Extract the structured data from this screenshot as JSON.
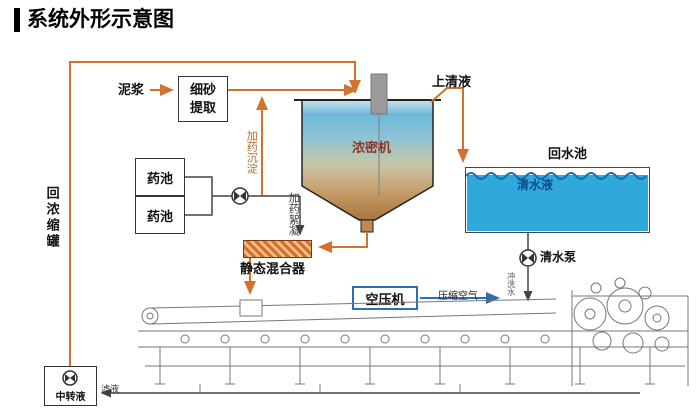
{
  "title": "系统外形示意图",
  "labels": {
    "mud": "泥浆",
    "sand_extractor": "细砂提取",
    "thickener": "浓密机",
    "supernatant": "上清液",
    "return_pool": "回水池",
    "clear_water": "清水液",
    "clear_water_pump": "清水泵",
    "flush_water": "冲洗水",
    "chem_tank_1": "药池",
    "chem_tank_2": "药池",
    "dosing_sedimentation": "加药沉淀",
    "dosing_flocculation": "加药絮凝",
    "static_mixer": "静态混合器",
    "air_compressor": "空压机",
    "compressed_air": "压缩空气",
    "return_concentrator": "回浓缩罐",
    "transfer_liquid": "中转液",
    "filtrate": "滤液"
  },
  "colors": {
    "pipe_orange": "#d2722c",
    "pool_fill": "#2fa8dc",
    "pool_wave": "#0e6fae",
    "clear_water_text": "#0d4d8c",
    "thickener_text": "#8b3626",
    "air_box_border": "#2f6db5",
    "machine_stroke": "#777777"
  }
}
